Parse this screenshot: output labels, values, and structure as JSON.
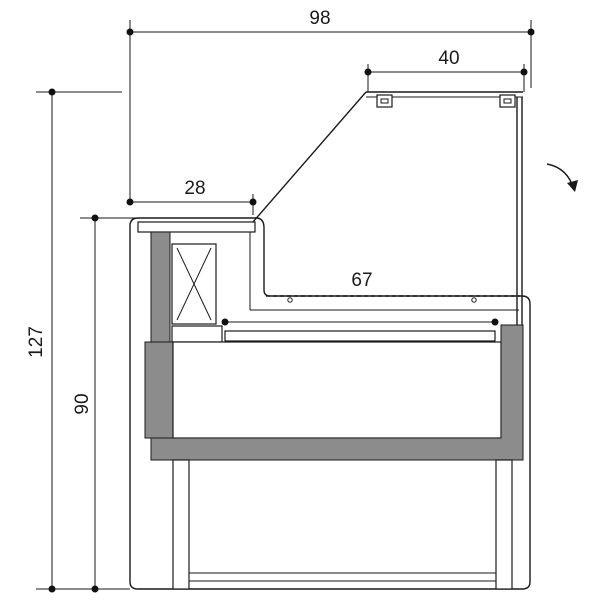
{
  "dimensions": {
    "overall_width": "98",
    "top_depth": "40",
    "shelf_width": "28",
    "inner_depth": "67",
    "total_height": "127",
    "counter_height": "90"
  },
  "icons": {
    "rotation_arrow": "curved-arrow-icon"
  },
  "colors": {
    "line": "#1a1a1a",
    "panel_grey": "#8c8c8c",
    "background": "#ffffff"
  }
}
